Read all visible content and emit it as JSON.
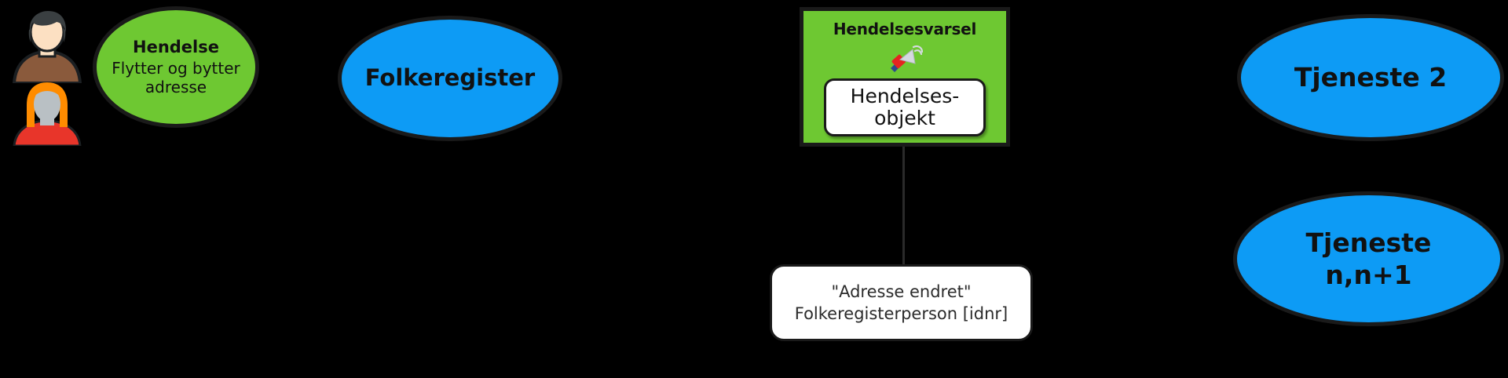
{
  "diagram": {
    "background_color": "#000000",
    "palette": {
      "green": "#6EC832",
      "blue": "#0D9BF5",
      "outline": "#1a1a1a",
      "white": "#ffffff",
      "text": "#111111"
    },
    "actors": [
      {
        "name": "person-male",
        "hair_color": "#3a3f41",
        "skin_color": "#fce0c2",
        "shirt_color": "#8a5a3c"
      },
      {
        "name": "person-female",
        "hair_color": "#ff8c00",
        "skin_color": "#b9c0c4",
        "shirt_color": "#e8352a"
      }
    ],
    "nodes": {
      "hendelse": {
        "title": "Hendelse",
        "subtitle": "Flytter og bytter adresse",
        "shape": "ellipse",
        "color": "#6EC832"
      },
      "folkeregister": {
        "title": "Folkeregister",
        "shape": "ellipse",
        "color": "#0D9BF5"
      },
      "hendelsesvarsel": {
        "title": "Hendelsesvarsel",
        "icon": "megaphone-icon",
        "inner_line1": "Hendelses-",
        "inner_line2": "objekt",
        "shape": "rectangle",
        "color": "#6EC832"
      },
      "adresse_endret": {
        "line1": "\"Adresse endret\"",
        "line2": "Folkeregisterperson [idnr]",
        "shape": "rounded-rectangle",
        "color": "#ffffff"
      },
      "tjeneste2": {
        "title": "Tjeneste 2",
        "shape": "ellipse",
        "color": "#0D9BF5"
      },
      "tjeneste_n": {
        "line1": "Tjeneste",
        "line2": "n,n+1",
        "shape": "ellipse",
        "color": "#0D9BF5"
      }
    }
  }
}
